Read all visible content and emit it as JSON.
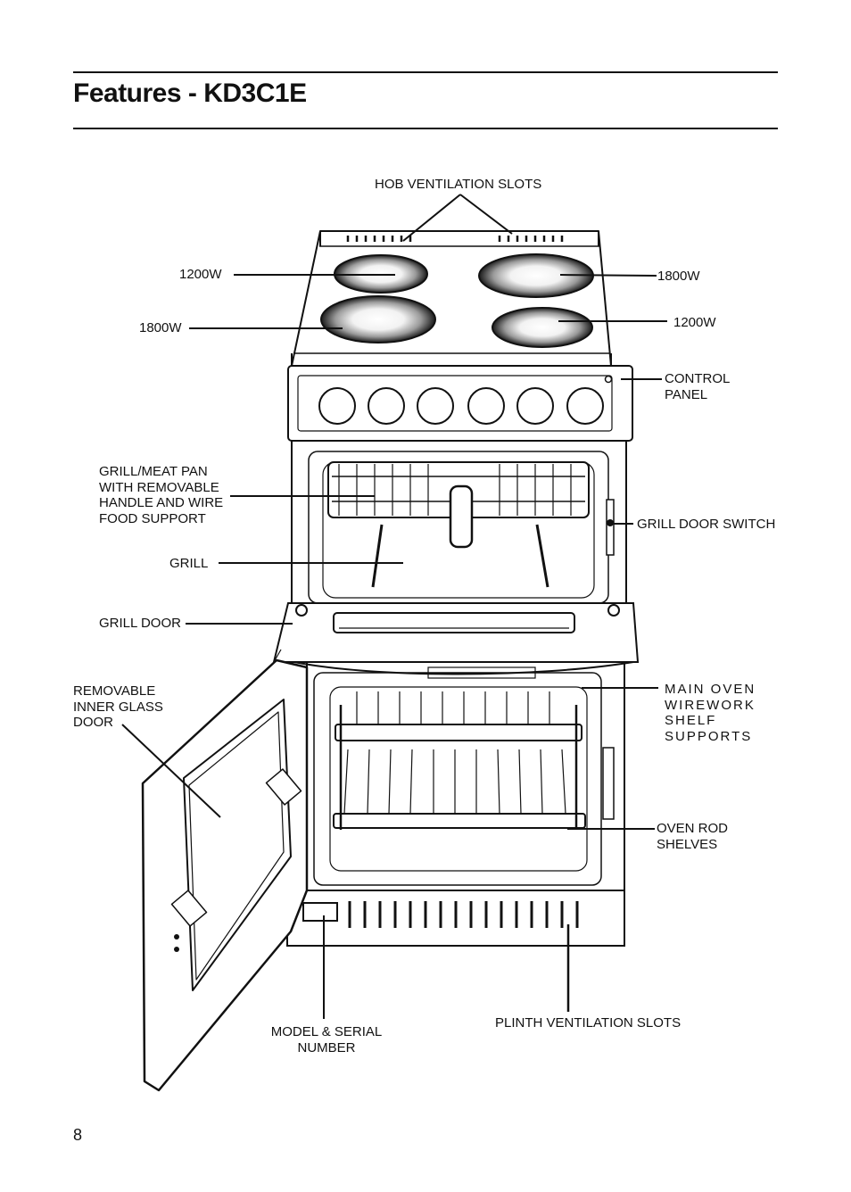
{
  "header": {
    "title": "Features - KD3C1E"
  },
  "diagram": {
    "labels": {
      "hob_ventilation_slots": "HOB VENTILATION SLOTS",
      "hob_1200w_left": "1200W",
      "hob_1800w_left": "1800W",
      "hob_1800w_right": "1800W",
      "hob_1200w_right": "1200W",
      "control_panel": "CONTROL\nPANEL",
      "grill_meat_pan": "GRILL/MEAT PAN\nWITH REMOVABLE\nHANDLE AND WIRE\nFOOD SUPPORT",
      "grill_door_switch": "GRILL DOOR SWITCH",
      "grill": "GRILL",
      "grill_door": "GRILL DOOR",
      "removable_inner_glass_door": "REMOVABLE\nINNER GLASS\nDOOR",
      "main_oven_shelf_supports": "MAIN OVEN\nWIREWORK\nSHELF\nSUPPORTS",
      "oven_rod_shelves": "OVEN ROD\nSHELVES",
      "model_serial_number": "MODEL & SERIAL\nNUMBER",
      "plinth_ventilation_slots": "PLINTH VENTILATION SLOTS"
    }
  },
  "footer": {
    "page_number": "8"
  }
}
